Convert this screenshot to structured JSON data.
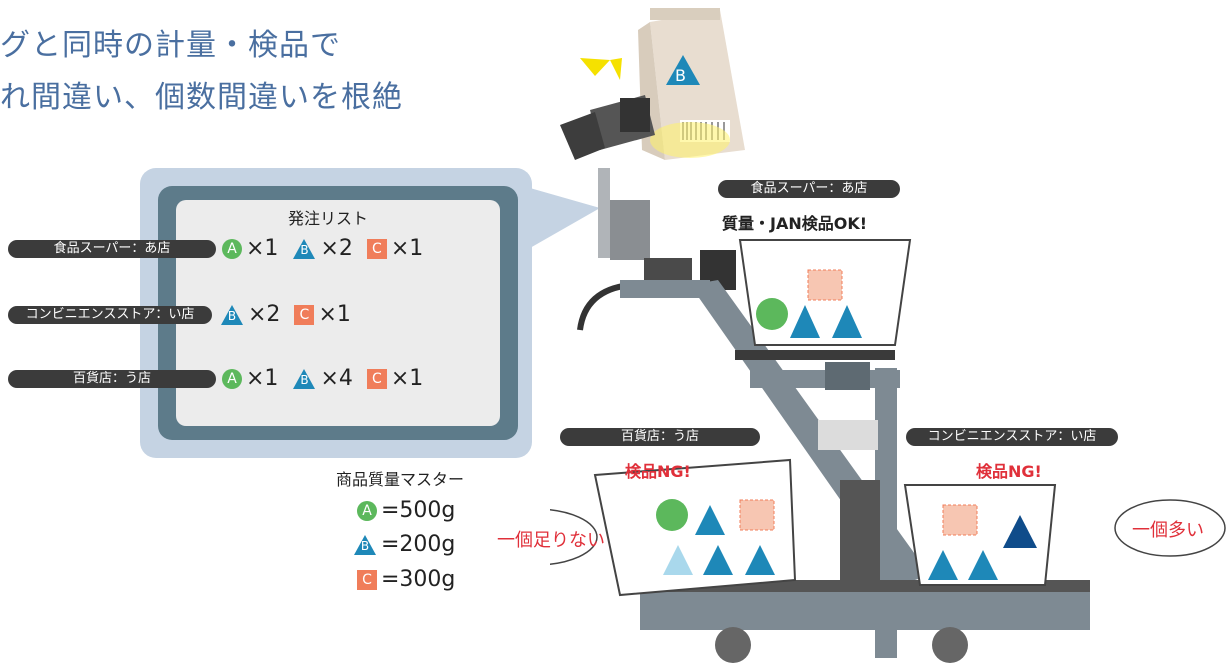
{
  "header": {
    "line1": "グと同時の計量・検品で",
    "line2": "れ間違い、個数間違いを根絶"
  },
  "order_list": {
    "title": "発注リスト",
    "rows": [
      {
        "store": "食品スーパー：あ店",
        "items": [
          {
            "shape": "circle",
            "code": "A",
            "qty": "×1"
          },
          {
            "shape": "triangle",
            "code": "B",
            "qty": "×2"
          },
          {
            "shape": "square",
            "code": "C",
            "qty": "×1"
          }
        ]
      },
      {
        "store": "コンビニエンスストア：い店",
        "items": [
          {
            "shape": "triangle",
            "code": "B",
            "qty": "×2"
          },
          {
            "shape": "square",
            "code": "C",
            "qty": "×1"
          }
        ]
      },
      {
        "store": "百貨店：う店",
        "items": [
          {
            "shape": "circle",
            "code": "A",
            "qty": "×1"
          },
          {
            "shape": "triangle",
            "code": "B",
            "qty": "×4"
          },
          {
            "shape": "square",
            "code": "C",
            "qty": "×1"
          }
        ]
      }
    ]
  },
  "master": {
    "title": "商品質量マスター",
    "items": [
      {
        "code": "A",
        "value": "=500g"
      },
      {
        "code": "B",
        "value": "=200g"
      },
      {
        "code": "C",
        "value": "=300g"
      }
    ]
  },
  "bag_label": "B",
  "bins": {
    "top": {
      "store": "食品スーパー：あ店",
      "status": "質量・JAN検品OK!"
    },
    "left": {
      "store": "百貨店：う店",
      "status": "検品NG!",
      "bubble": "一個足りない"
    },
    "right": {
      "store": "コンビニエンスストア：い店",
      "status": "検品NG!",
      "bubble": "一個多い"
    }
  },
  "colors": {
    "title": "#4a6fa0",
    "circle_A": "#5cb85c",
    "triangle_B": "#1e88b8",
    "square_C": "#f07d5a",
    "ng": "#e0303a",
    "panel_outer": "#c5d3e3",
    "panel_frame": "#5d7b8a",
    "panel_inner": "#ececec"
  }
}
